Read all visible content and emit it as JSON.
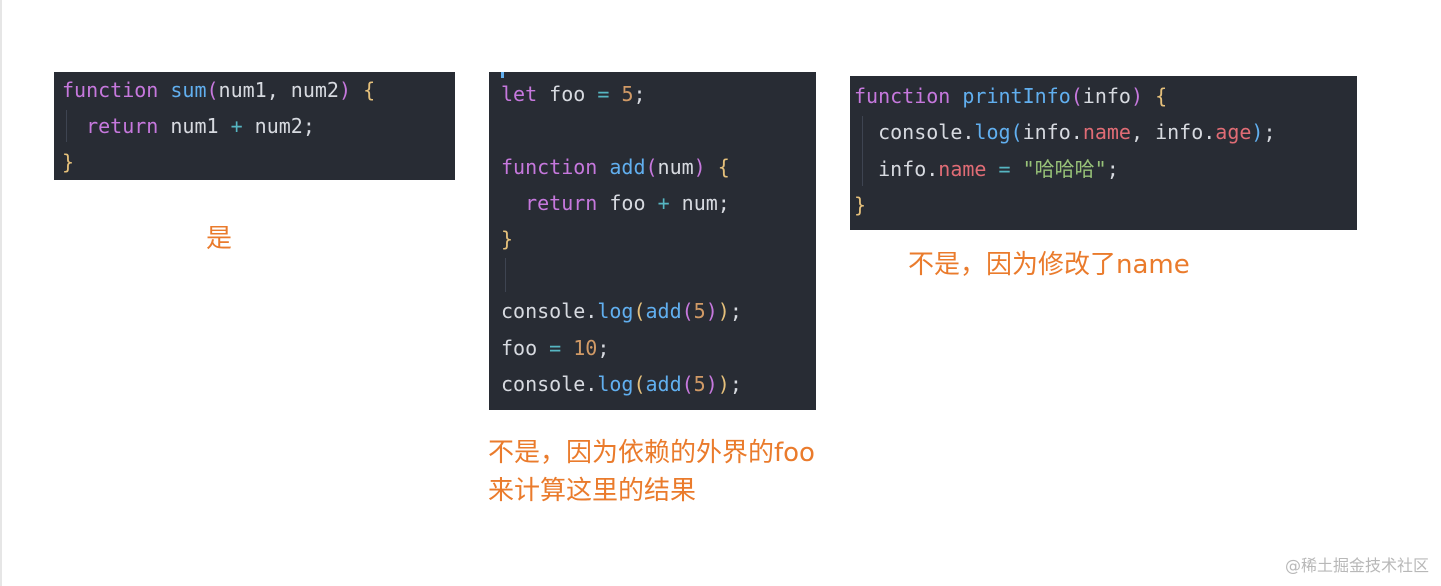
{
  "panels": [
    {
      "id": "sum",
      "lines": [
        [
          [
            "kw",
            "function"
          ],
          [
            "txt",
            " "
          ],
          [
            "fn",
            "sum"
          ],
          [
            "br2",
            "("
          ],
          [
            "txt",
            "num1, num2"
          ],
          [
            "br2",
            ")"
          ],
          [
            "txt",
            " "
          ],
          [
            "br1",
            "{"
          ]
        ],
        [
          [
            "txt",
            "  "
          ],
          [
            "kw",
            "return"
          ],
          [
            "txt",
            " num1 "
          ],
          [
            "op",
            "+"
          ],
          [
            "txt",
            " num2;"
          ]
        ],
        [
          [
            "br1",
            "}"
          ]
        ]
      ]
    },
    {
      "id": "add",
      "lines": [
        [
          [
            "kw",
            "let"
          ],
          [
            "txt",
            " foo "
          ],
          [
            "op",
            "="
          ],
          [
            "txt",
            " "
          ],
          [
            "num",
            "5"
          ],
          [
            "txt",
            ";"
          ]
        ],
        [],
        [
          [
            "kw",
            "function"
          ],
          [
            "txt",
            " "
          ],
          [
            "fn",
            "add"
          ],
          [
            "br2",
            "("
          ],
          [
            "txt",
            "num"
          ],
          [
            "br2",
            ")"
          ],
          [
            "txt",
            " "
          ],
          [
            "br1",
            "{"
          ]
        ],
        [
          [
            "txt",
            "  "
          ],
          [
            "kw",
            "return"
          ],
          [
            "txt",
            " foo "
          ],
          [
            "op",
            "+"
          ],
          [
            "txt",
            " num;"
          ]
        ],
        [
          [
            "br1",
            "}"
          ]
        ],
        [],
        [
          [
            "txt",
            "console."
          ],
          [
            "fn",
            "log"
          ],
          [
            "br1",
            "("
          ],
          [
            "fn",
            "add"
          ],
          [
            "br2",
            "("
          ],
          [
            "num",
            "5"
          ],
          [
            "br2",
            ")"
          ],
          [
            "br1",
            ")"
          ],
          [
            "txt",
            ";"
          ]
        ],
        [
          [
            "txt",
            "foo "
          ],
          [
            "op",
            "="
          ],
          [
            "txt",
            " "
          ],
          [
            "num",
            "10"
          ],
          [
            "txt",
            ";"
          ]
        ],
        [
          [
            "txt",
            "console."
          ],
          [
            "fn",
            "log"
          ],
          [
            "br1",
            "("
          ],
          [
            "fn",
            "add"
          ],
          [
            "br2",
            "("
          ],
          [
            "num",
            "5"
          ],
          [
            "br2",
            ")"
          ],
          [
            "br1",
            ")"
          ],
          [
            "txt",
            ";"
          ]
        ]
      ]
    },
    {
      "id": "printinfo",
      "lines": [
        [
          [
            "kw",
            "function"
          ],
          [
            "txt",
            " "
          ],
          [
            "fn",
            "printInfo"
          ],
          [
            "br2",
            "("
          ],
          [
            "txt",
            "info"
          ],
          [
            "br2",
            ")"
          ],
          [
            "txt",
            " "
          ],
          [
            "br1",
            "{"
          ]
        ],
        [
          [
            "txt",
            "  console."
          ],
          [
            "fn",
            "log"
          ],
          [
            "br3",
            "("
          ],
          [
            "txt",
            "info."
          ],
          [
            "prop",
            "name"
          ],
          [
            "txt",
            ", info."
          ],
          [
            "prop",
            "age"
          ],
          [
            "br3",
            ")"
          ],
          [
            "txt",
            ";"
          ]
        ],
        [
          [
            "txt",
            "  info."
          ],
          [
            "prop",
            "name"
          ],
          [
            "txt",
            " "
          ],
          [
            "op",
            "="
          ],
          [
            "txt",
            " "
          ],
          [
            "str",
            "\"哈哈哈\""
          ],
          [
            "txt",
            ";"
          ]
        ],
        [
          [
            "br1",
            "}"
          ]
        ]
      ]
    }
  ],
  "captions": {
    "sum": "是",
    "add_line1": "不是，因为依赖的外界的foo",
    "add_line2": "来计算这里的结果",
    "printinfo": "不是，因为修改了name"
  },
  "watermark": "@稀土掘金技术社区"
}
